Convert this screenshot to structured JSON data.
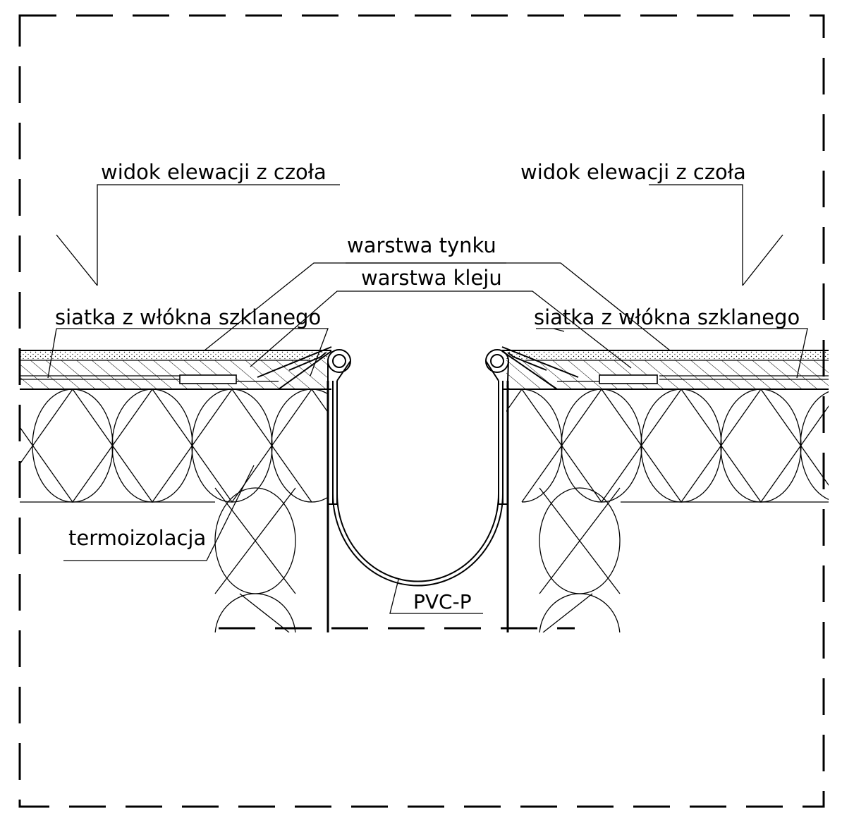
{
  "labels": {
    "elevation_left": "widok elewacji z czoła",
    "elevation_right": "widok elewacji z czoła",
    "plaster_layer": "warstwa tynku",
    "adhesive_layer": "warstwa kleju",
    "mesh_left": "siatka z włókna szklanego",
    "mesh_right": "siatka z włókna szklanego",
    "insulation": "termoizolacja",
    "profile_material": "PVC-P"
  },
  "colors": {
    "line": "#000000",
    "background": "#ffffff"
  }
}
